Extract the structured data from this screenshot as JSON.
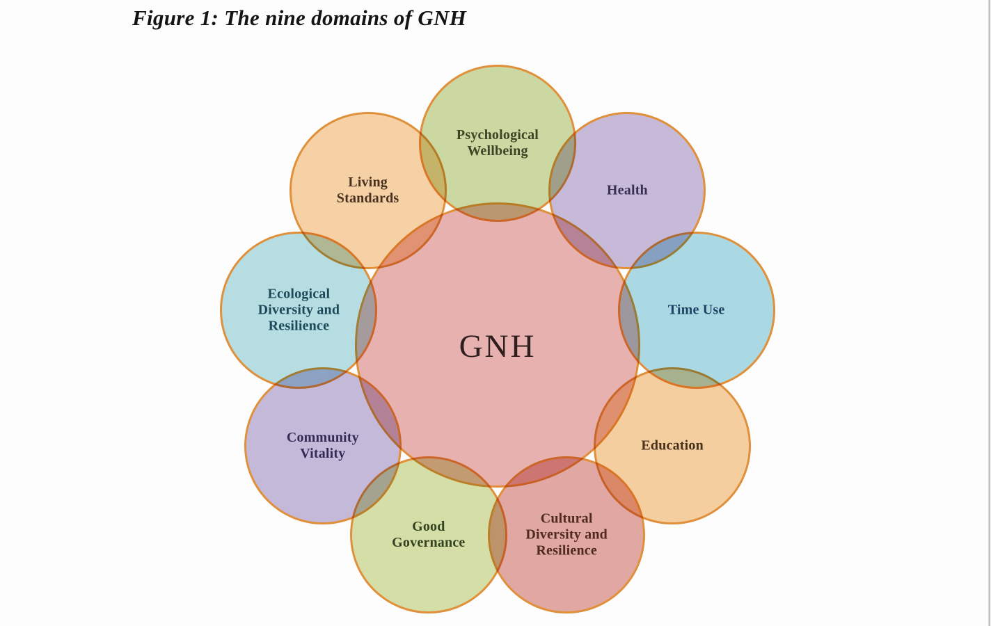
{
  "figure": {
    "title": "Figure 1: The nine domains of GNH"
  },
  "diagram": {
    "border_color": "#e2913a",
    "center": {
      "id": "gnh",
      "label": "GNH",
      "fill": "#e9b3b1",
      "text_color": "#2e1f1e"
    },
    "domains": [
      {
        "id": "psychological-wellbeing",
        "label": "Psychological Wellbeing",
        "fill": "#cedaa2",
        "text_color": "#3b4526",
        "angle_deg": 0
      },
      {
        "id": "health",
        "label": "Health",
        "fill": "#c8bcda",
        "text_color": "#3a2f52",
        "angle_deg": 40
      },
      {
        "id": "time-use",
        "label": "Time Use",
        "fill": "#addbe5",
        "text_color": "#1e4365",
        "angle_deg": 80
      },
      {
        "id": "education",
        "label": "Education",
        "fill": "#f7d0a1",
        "text_color": "#46321d",
        "angle_deg": 120
      },
      {
        "id": "cultural-diversity-and-resilience",
        "label": "Cultural Diversity and Resilience",
        "fill": "#e3a8a4",
        "text_color": "#4e2a20",
        "angle_deg": 160
      },
      {
        "id": "good-governance",
        "label": "Good Governance",
        "fill": "#d6e0a7",
        "text_color": "#32411f",
        "angle_deg": 200
      },
      {
        "id": "community-vitality",
        "label": "Community Vitality",
        "fill": "#c6bbdb",
        "text_color": "#342b55",
        "angle_deg": 240
      },
      {
        "id": "ecological-diversity-and-resilience",
        "label": "Ecological Diversity and Resilience",
        "fill": "#b7dfe4",
        "text_color": "#1c4a59",
        "angle_deg": 280
      },
      {
        "id": "living-standards",
        "label": "Living Standards",
        "fill": "#f8d3a7",
        "text_color": "#48321f",
        "angle_deg": 320
      }
    ]
  }
}
